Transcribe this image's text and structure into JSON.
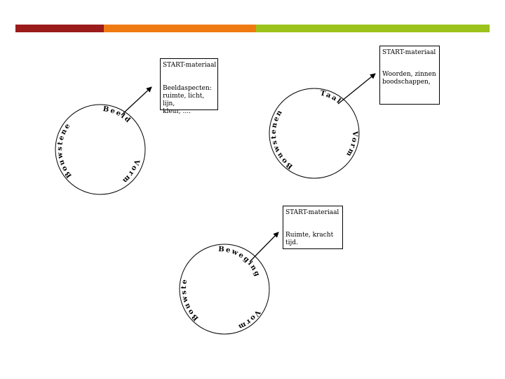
{
  "colors": {
    "band_1": "#9b1b1b",
    "band_2": "#f07a12",
    "band_3": "#9cc21c"
  },
  "boxes": {
    "beeld": {
      "header": "START-materiaal",
      "body": "Beeldaspecten:\nruimte, licht, lijn,\nkleur, ...."
    },
    "taal": {
      "header": "START-materiaal",
      "body": "Woorden, zinnen\nboodschappen,"
    },
    "beweging": {
      "header": "START-materiaal",
      "body": "Ruimte, kracht\ntijd."
    }
  },
  "circles": {
    "beeld": {
      "words": [
        "Beeld",
        "Bouwstenen",
        "Vorm"
      ]
    },
    "taal": {
      "words": [
        "Taal",
        "Bouwstenen",
        "Vorm"
      ]
    },
    "beweging": {
      "words": [
        "Beweging",
        "Bouwstenen",
        "Vorm"
      ]
    }
  }
}
